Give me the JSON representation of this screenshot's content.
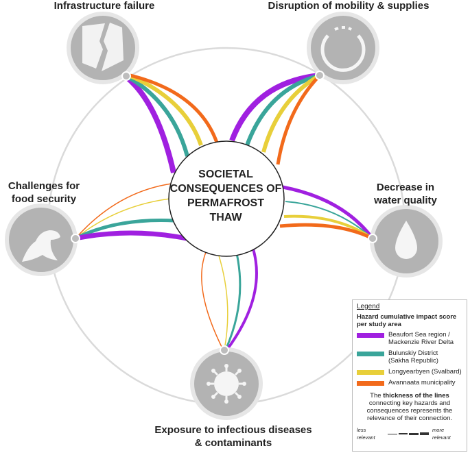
{
  "center": {
    "line1": "SOCIETAL",
    "line2": "CONSEQUENCES OF",
    "line3": "PERMAFROST",
    "line4": "THAW"
  },
  "nodes": {
    "infrastructure": {
      "label": "Infrastructure failure",
      "icon": "cracked-wall-icon"
    },
    "mobility": {
      "label": "Disruption of mobility & supplies",
      "icon": "broken-ring-icon"
    },
    "food": {
      "label_line1": "Challenges for",
      "label_line2": "food security",
      "icon": "seal-icon"
    },
    "water": {
      "label_line1": "Decrease in",
      "label_line2": "water quality",
      "icon": "water-drop-icon"
    },
    "disease": {
      "label_line1": "Exposure to infectious diseases",
      "label_line2": "& contaminants",
      "icon": "virus-icon"
    }
  },
  "legend": {
    "title": "Legend",
    "subtitle": "Hazard cumulative impact score per study area",
    "items": [
      {
        "label": "Beaufort Sea region /\nMackenzie River Delta",
        "color": "#a020e0"
      },
      {
        "label": "Bulunskiy District\n(Sakha Republic)",
        "color": "#3aa59a"
      },
      {
        "label": "Longyearbyen (Svalbard)",
        "color": "#e8cf3a"
      },
      {
        "label": "Avannaata municipality",
        "color": "#f26a1b"
      }
    ],
    "note_pre": "The ",
    "note_bold": "thickness of the lines",
    "note_post": " connecting key hazards and consequences represents the relevance of their connection.",
    "scale_less": "less relevant",
    "scale_more": "more relevant"
  },
  "colors": {
    "ring": "#d8d8d8",
    "node": "#b3b3b3",
    "node_ring": "#e6e6e6",
    "dot": "#bdbdbd"
  }
}
